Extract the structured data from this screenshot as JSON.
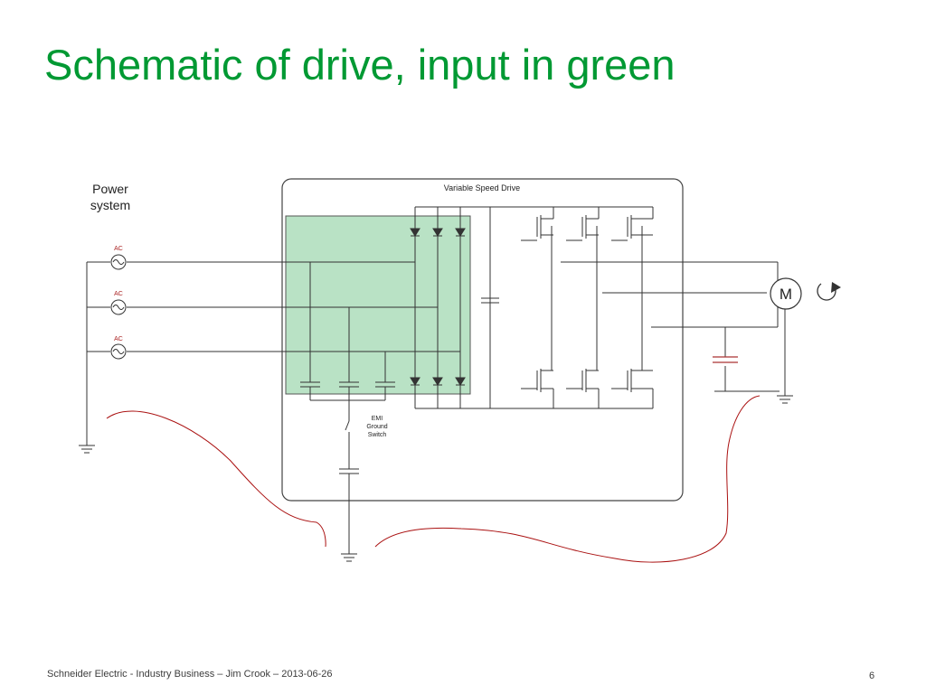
{
  "slide": {
    "title": "Schematic of drive, input in green",
    "footer": "Schneider Electric - Industry Business – Jim Crook – 2013-06-26",
    "page_number": "6"
  },
  "diagram": {
    "power_system_line1": "Power",
    "power_system_line2": "system",
    "ac_labels": [
      "AC",
      "AC",
      "AC"
    ],
    "drive_label": "Variable Speed Drive",
    "emi_line1": "EMI",
    "emi_line2": "Ground",
    "emi_line3": "Switch",
    "motor_label": "M"
  },
  "colors": {
    "title": "#009933",
    "input_section_fill": "#b9e2c5",
    "wire": "#333333",
    "leakage_path": "#aa1111",
    "capacitor_red": "#aa3333"
  }
}
